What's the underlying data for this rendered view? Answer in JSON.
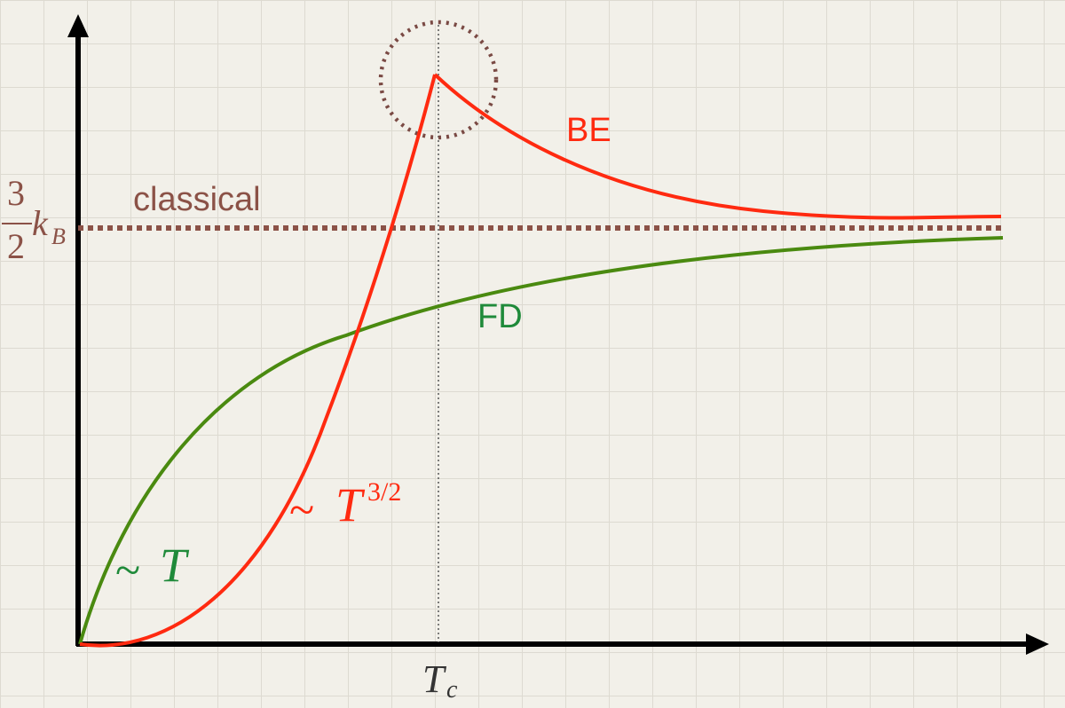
{
  "labels": {
    "classical": "classical",
    "be": "BE",
    "fd": "FD",
    "tc_main": "T",
    "tc_sub": "c",
    "kb_num": "3",
    "kb_den": "2",
    "kb_k": "k",
    "kb_sub": "B",
    "sim_t": "~",
    "t": "T",
    "sim_t32": "~",
    "t32_base": "T",
    "t32_exp": "3/2"
  },
  "colors": {
    "axis": "#000000",
    "classical": "#8b5247",
    "be": "#ff2a10",
    "fd": "#4a8a10",
    "fd_label": "#1f8a3a",
    "dotted_marker": "#7a4a44",
    "grid": "#dddad1",
    "background": "#f2f0e9"
  }
}
